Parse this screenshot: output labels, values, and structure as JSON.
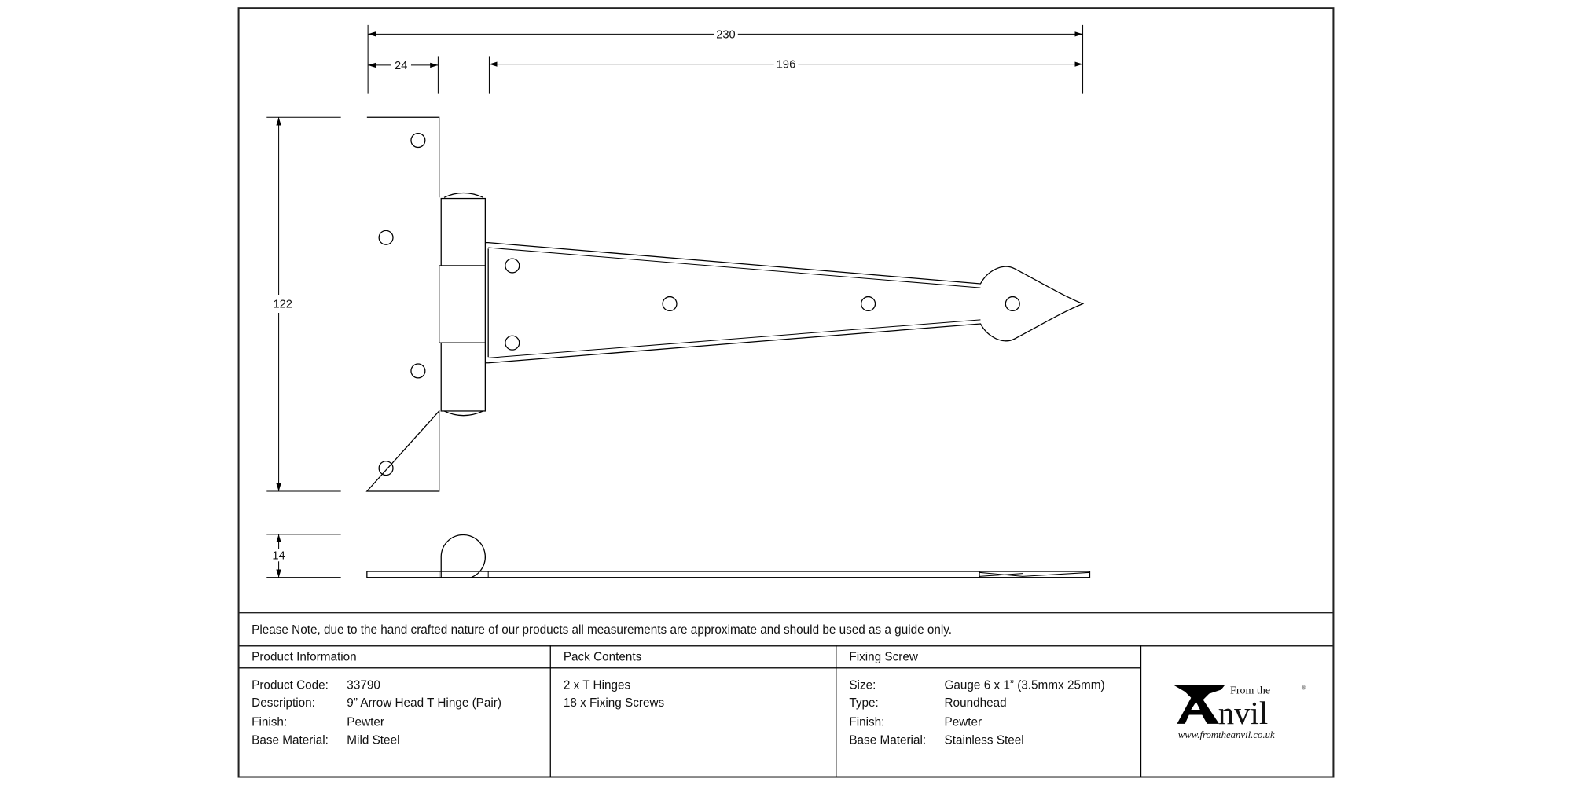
{
  "dimensions": {
    "overall_length": "230",
    "plate_width": "24",
    "strap_length": "196",
    "height": "122",
    "thickness": "14"
  },
  "note": "Please Note, due to the hand crafted nature of our products all measurements are approximate and should be used as a guide only.",
  "product_information": {
    "heading": "Product Information",
    "rows": [
      {
        "label": "Product Code:",
        "value": "33790"
      },
      {
        "label": "Description:",
        "value": "9” Arrow Head T Hinge (Pair)"
      },
      {
        "label": "Finish:",
        "value": "Pewter"
      },
      {
        "label": "Base Material:",
        "value": "Mild Steel"
      }
    ]
  },
  "pack_contents": {
    "heading": "Pack Contents",
    "items": [
      "2 x T Hinges",
      "18 x Fixing Screws"
    ]
  },
  "fixing_screw": {
    "heading": "Fixing Screw",
    "rows": [
      {
        "label": "Size:",
        "value": "Gauge 6 x 1” (3.5mmx 25mm)"
      },
      {
        "label": "Type:",
        "value": "Roundhead"
      },
      {
        "label": "Finish:",
        "value": "Pewter"
      },
      {
        "label": "Base Material:",
        "value": "Stainless Steel"
      }
    ]
  },
  "logo": {
    "from_the": "From the",
    "brand": "nvil",
    "url": "www.fromtheanvil.co.uk",
    "registered": "®"
  }
}
